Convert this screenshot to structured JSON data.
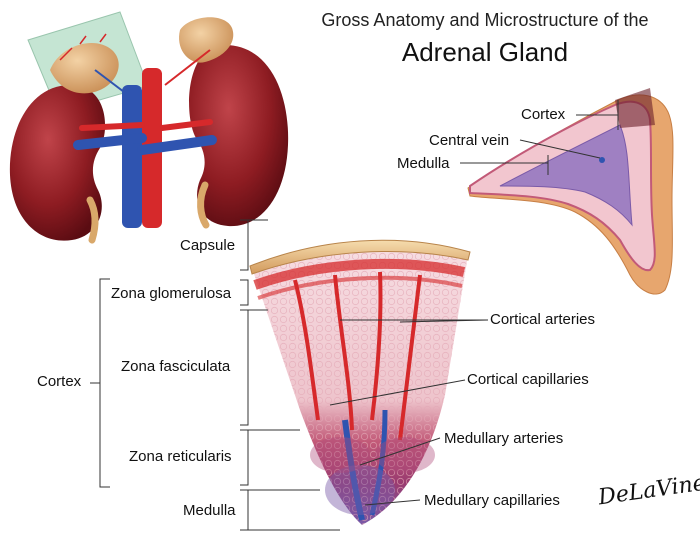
{
  "title": {
    "line1": "Gross Anatomy and Microstructure of the",
    "line2": "Adrenal Gland"
  },
  "labels": {
    "capsule": "Capsule",
    "zona_glomerulosa": "Zona glomerulosa",
    "zona_fasciculata": "Zona fasciculata",
    "zona_reticularis": "Zona reticularis",
    "medulla_left": "Medulla",
    "cortex_left": "Cortex",
    "cortical_arteries": "Cortical arteries",
    "cortical_capillaries": "Cortical capillaries",
    "medullary_arteries": "Medullary arteries",
    "medullary_capillaries": "Medullary capillaries",
    "cortex_top": "Cortex",
    "central_vein": "Central vein",
    "medulla_top": "Medulla"
  },
  "signature": "DeLaVine",
  "colors": {
    "kidney": "#8e1c22",
    "adrenal": "#e2b07a",
    "artery": "#d6292b",
    "vein": "#2f54b0",
    "cortex_pink": "#f2c6cf",
    "medulla_purple": "#8b6bb0"
  }
}
